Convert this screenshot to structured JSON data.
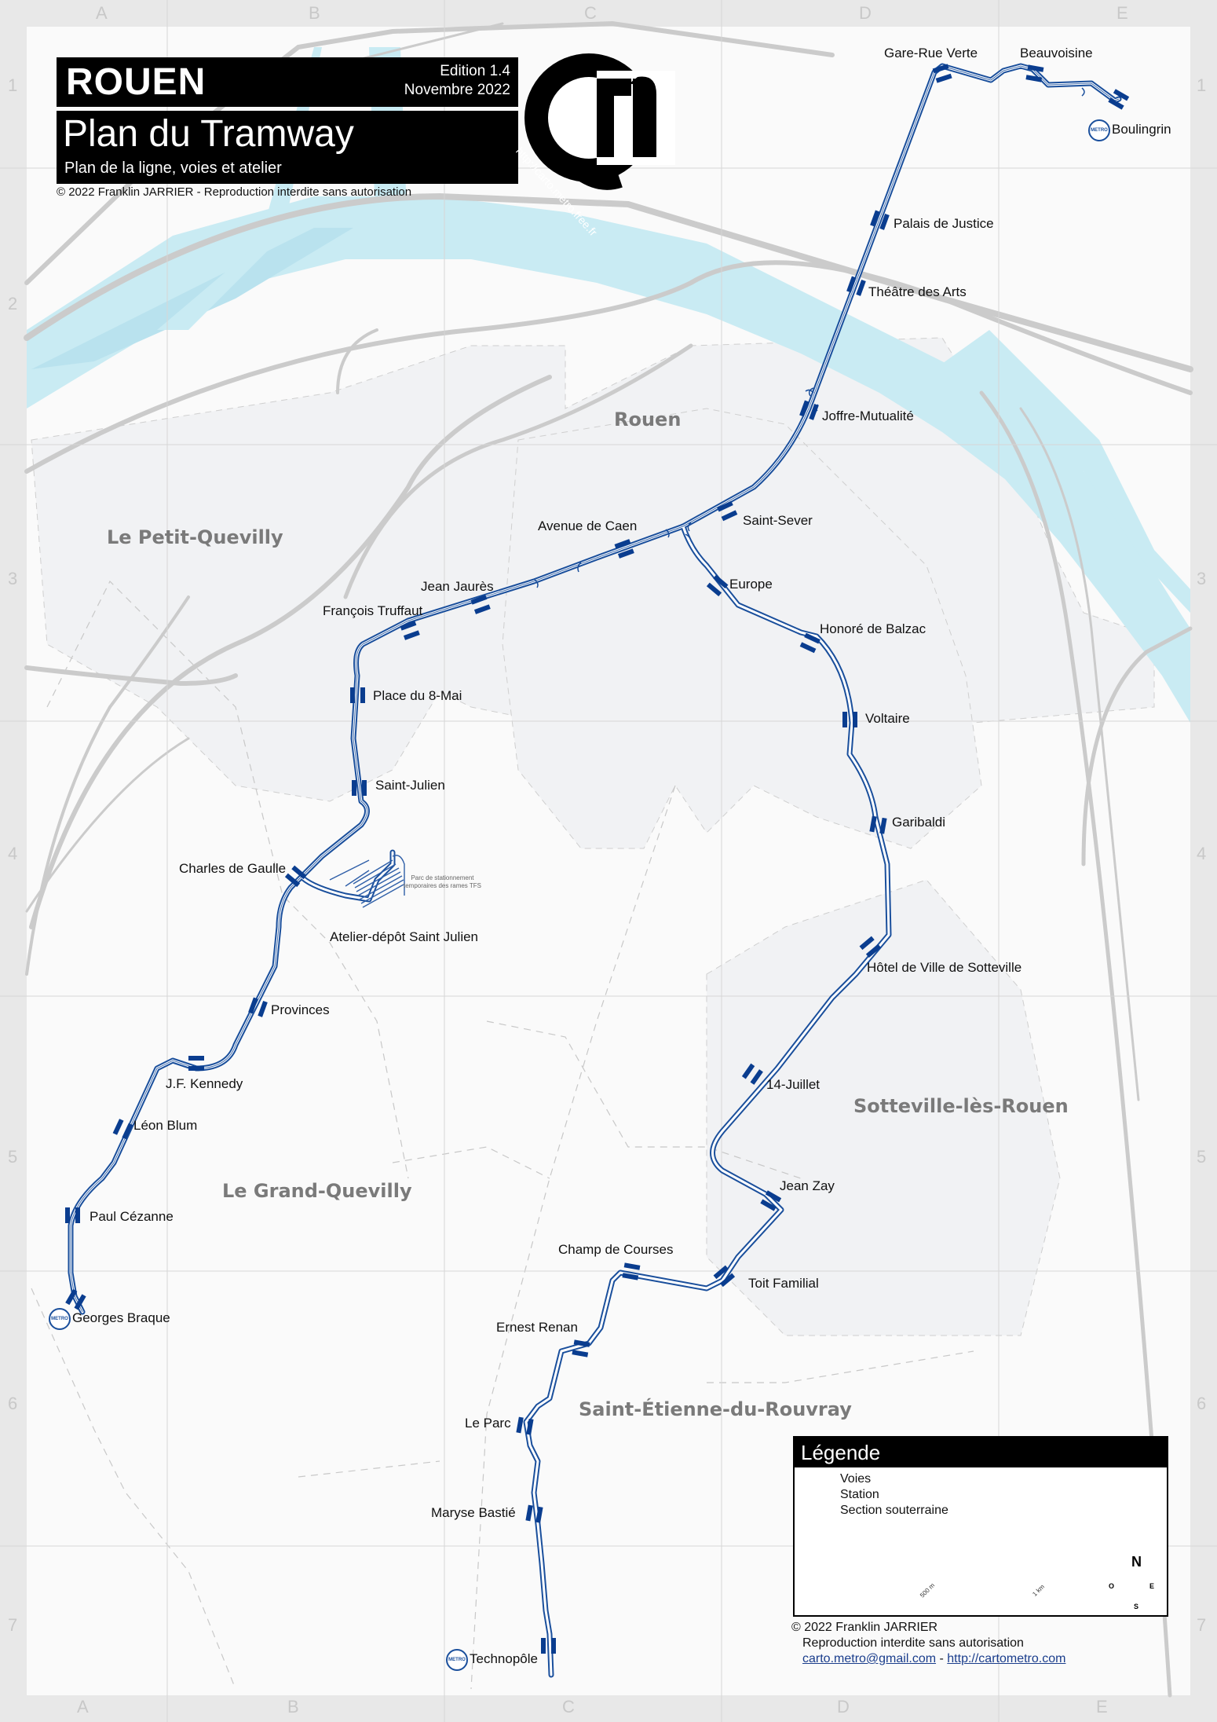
{
  "header": {
    "city": "ROUEN",
    "edition": "Edition 1.4",
    "date": "Novembre 2022",
    "title": "Plan du Tramway",
    "subtitle": "Plan de la ligne, voies et atelier",
    "copyright": "© 2022   Franklin JARRIER  -   Reproduction interdite sans autorisation",
    "logo_url": "http://carto.metro.free.fr"
  },
  "grid": {
    "columns": [
      "A",
      "B",
      "C",
      "D",
      "E"
    ],
    "rows": [
      "1",
      "2",
      "3",
      "4",
      "5",
      "6",
      "7"
    ]
  },
  "towns": [
    {
      "name": "Rouen"
    },
    {
      "name": "Le Petit-Quevilly"
    },
    {
      "name": "Le Grand-Quevilly"
    },
    {
      "name": "Sotteville-lès-Rouen"
    },
    {
      "name": "Saint-Étienne-du-Rouvray"
    }
  ],
  "stations": [
    {
      "name": "Gare-Rue Verte"
    },
    {
      "name": "Beauvoisine"
    },
    {
      "name": "Boulingrin",
      "metro": true
    },
    {
      "name": "Palais de Justice"
    },
    {
      "name": "Théâtre des Arts"
    },
    {
      "name": "Joffre-Mutualité"
    },
    {
      "name": "Saint-Sever"
    },
    {
      "name": "Avenue de Caen"
    },
    {
      "name": "Jean Jaurès"
    },
    {
      "name": "François Truffaut"
    },
    {
      "name": "Place du 8-Mai"
    },
    {
      "name": "Saint-Julien"
    },
    {
      "name": "Charles de Gaulle"
    },
    {
      "name": "Provinces"
    },
    {
      "name": "J.F. Kennedy"
    },
    {
      "name": "Léon Blum"
    },
    {
      "name": "Paul Cézanne"
    },
    {
      "name": "Georges Braque",
      "metro": true
    },
    {
      "name": "Europe"
    },
    {
      "name": "Honoré de Balzac"
    },
    {
      "name": "Voltaire"
    },
    {
      "name": "Garibaldi"
    },
    {
      "name": "Hôtel de Ville de Sotteville"
    },
    {
      "name": "14-Juillet"
    },
    {
      "name": "Jean Zay"
    },
    {
      "name": "Toit Familial"
    },
    {
      "name": "Champ de Courses"
    },
    {
      "name": "Ernest Renan"
    },
    {
      "name": "Le Parc"
    },
    {
      "name": "Maryse Bastié"
    },
    {
      "name": "Technopôle",
      "metro": true
    }
  ],
  "depot": {
    "name": "Atelier-dépôt Saint Julien",
    "note_line1": "Parc de stationnement",
    "note_line2": "temporaires des rames TFS"
  },
  "metro_badge": "METRO",
  "legend": {
    "title": "Légende",
    "items": [
      "Voies",
      "Station",
      "Section souterraine"
    ],
    "scale_500": "500 m",
    "scale_1km": "1 km",
    "compass": {
      "n": "N",
      "s": "S",
      "e": "E",
      "o": "O"
    }
  },
  "credit": {
    "line1": "© 2022   Franklin JARRIER",
    "line2": "Reproduction interdite sans autorisation",
    "email": "carto.metro@gmail.com",
    "sep": " - ",
    "site": "http://cartometro.com"
  },
  "colors": {
    "river": "#c9ebf3",
    "urban": "#f2f3f5",
    "roads": "#cccccc",
    "track": "#1a4f9c",
    "station": "#0a3d8f",
    "frame": "#e6e6e6"
  }
}
